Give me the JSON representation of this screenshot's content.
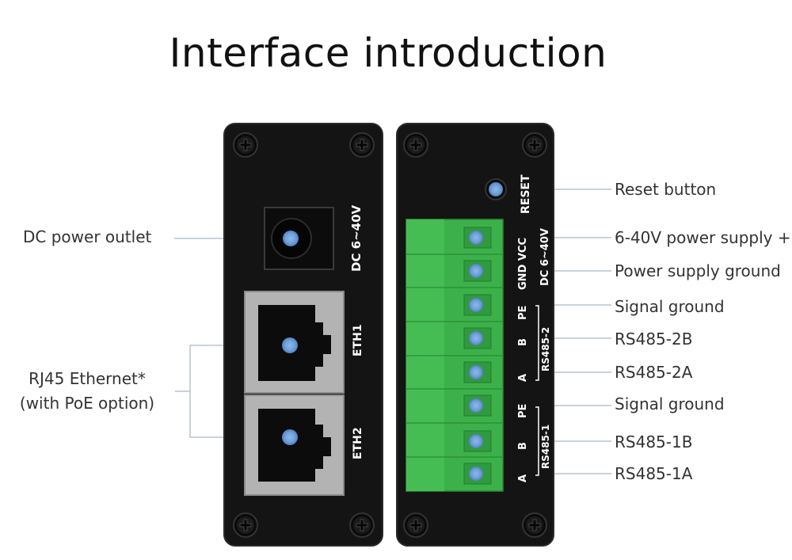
{
  "title": "Interface introduction",
  "left_panel": {
    "dc_marking": "DC 6~40V",
    "eth1_marking": "ETH1",
    "eth2_marking": "ETH2"
  },
  "right_panel": {
    "reset_marking": "RESET",
    "power_pins_marking": "GND VCC",
    "power_range_marking": "DC 6~40V",
    "pin_pe_2": "PE",
    "pin_b_2": "B",
    "pin_a_2": "A",
    "group_2": "RS485-2",
    "pin_pe_1": "PE",
    "pin_b_1": "B",
    "pin_a_1": "A",
    "group_1": "RS485-1"
  },
  "callouts": {
    "dc_power": "DC power outlet",
    "rj45_line1": "RJ45 Ethernet*",
    "rj45_line2": "(with PoE option)",
    "reset": "Reset button",
    "vcc": "6-40V power supply +",
    "gnd": "Power supply ground",
    "signal_ground_2": "Signal ground",
    "rs485_2b": "RS485-2B",
    "rs485_2a": "RS485-2A",
    "signal_ground_1": "Signal ground",
    "rs485_1b": "RS485-1B",
    "rs485_1a": "RS485-1A"
  },
  "colors": {
    "panel": "#141414",
    "terminal": "#3cb14a",
    "marker": "#6f9fd8",
    "leader": "#aab8cc",
    "rj45_shell": "#b3b3b3"
  }
}
